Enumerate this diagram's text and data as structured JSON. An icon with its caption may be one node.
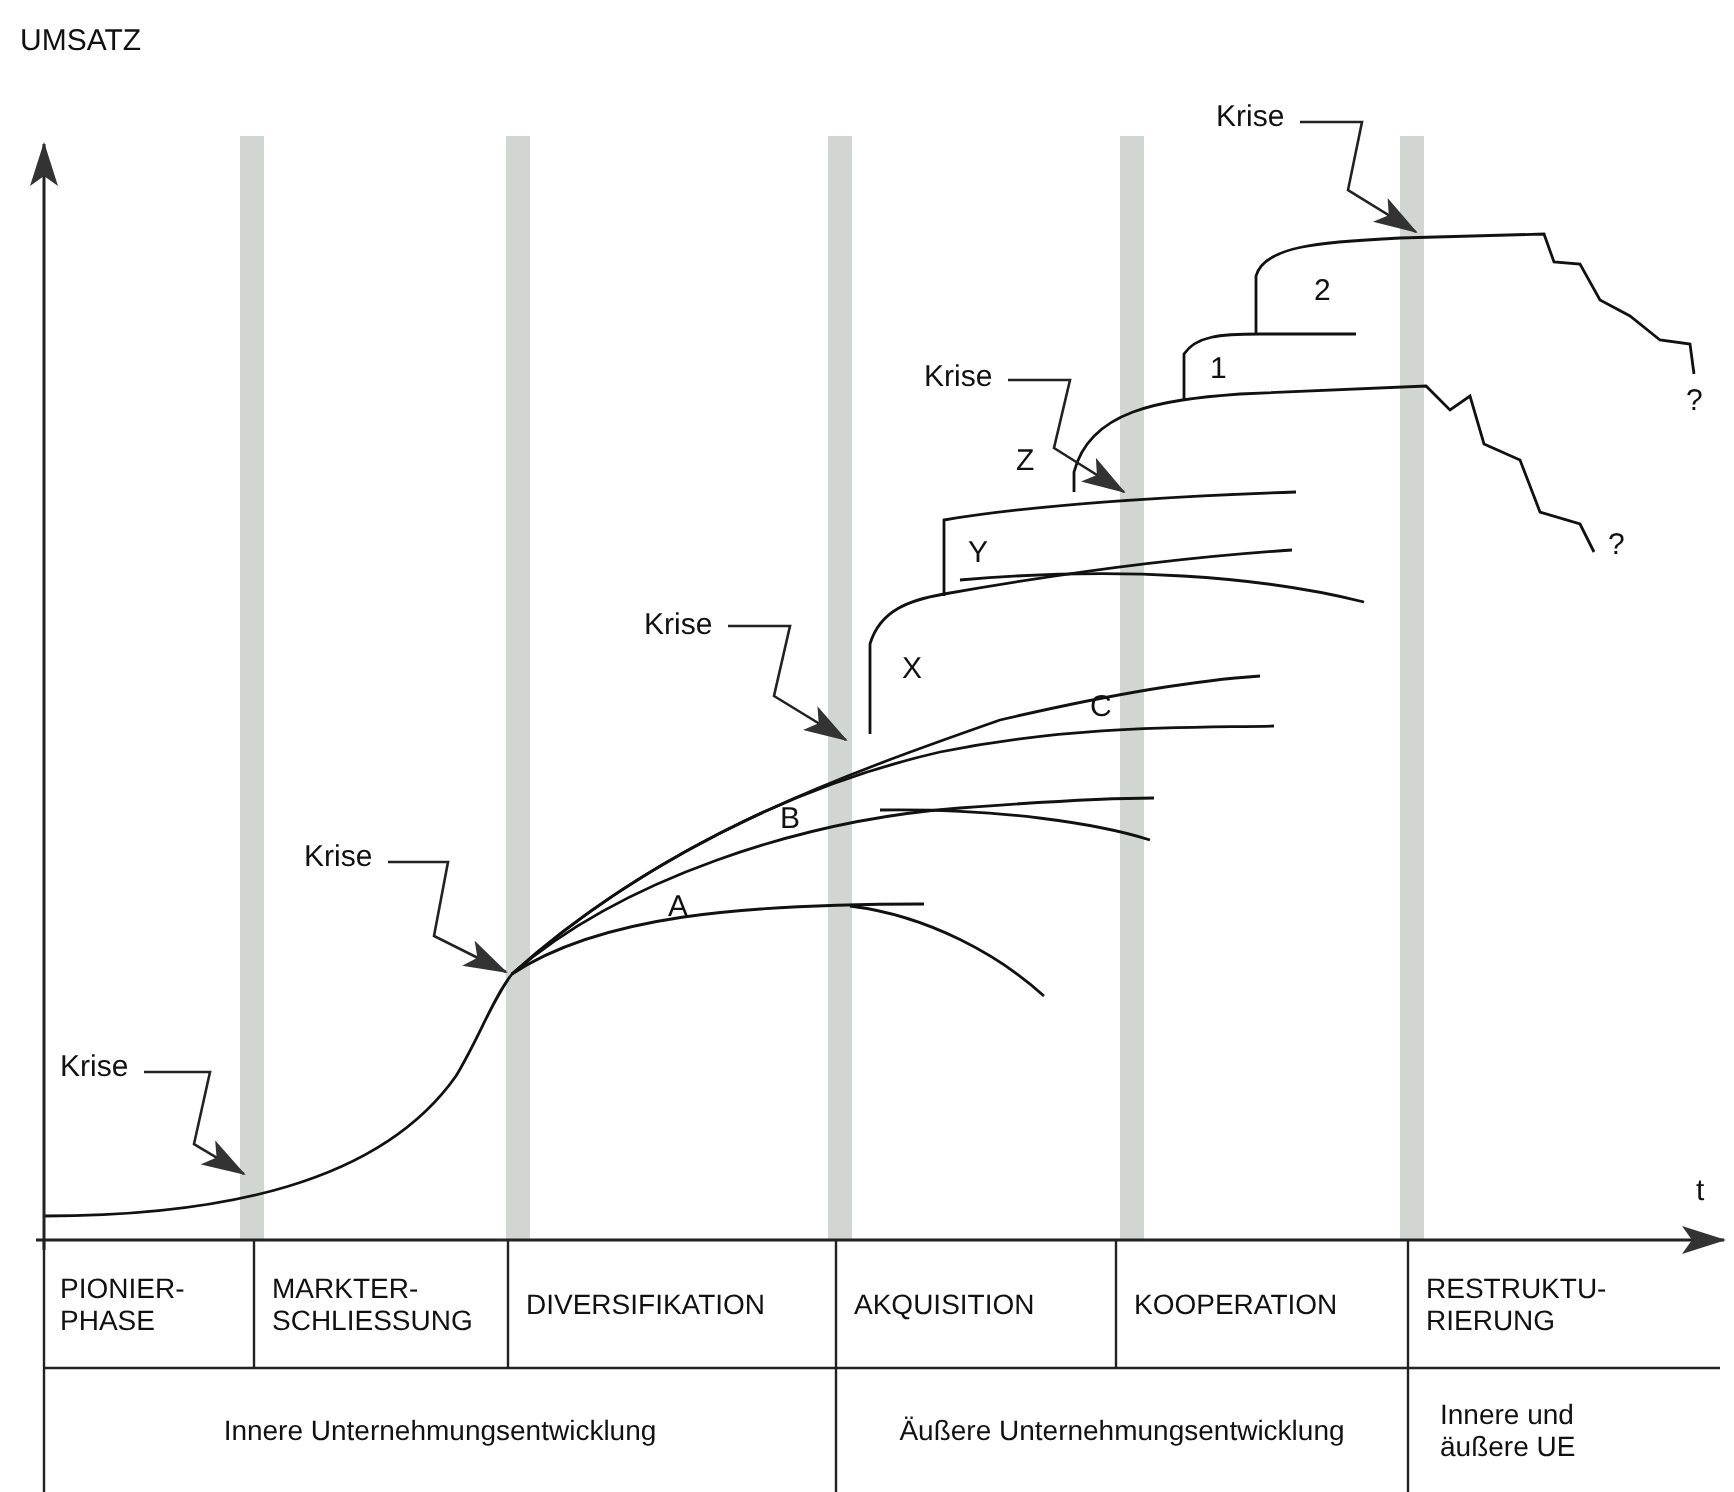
{
  "diagram": {
    "nodes": [
      {
        "text": [
          "Krise"
        ]
      },
      {
        "text": [
          "Krise"
        ]
      },
      {
        "text": [
          "Krise"
        ]
      },
      {
        "text": [
          "Krise"
        ]
      },
      {
        "text": [
          "Krise"
        ]
      }
    ],
    "edges": [
      {
        "from": 0,
        "to": null,
        "arrow": "to"
      },
      {
        "from": 1,
        "to": null,
        "arrow": "to"
      },
      {
        "from": 2,
        "to": null,
        "arrow": "to"
      },
      {
        "from": 3,
        "to": null,
        "arrow": "to"
      },
      {
        "from": 4,
        "to": null,
        "arrow": "to"
      }
    ],
    "labels": [
      "UMSATZ",
      "2",
      "1",
      "?",
      "Z",
      "Y",
      "?",
      "X",
      "C",
      "B",
      "A",
      "t",
      "PIONIER- PHASE",
      "MARKTER- SCHLIESSUNG",
      "DIVERSIFIKATION",
      "AKQUISITION",
      "KOOPERATION",
      "RESTRUKTU- RIERUNG",
      "Innere Unternehmungsentwicklung",
      "Äußere Unternehmungsentwicklung",
      "Innere und äußere UE"
    ]
  }
}
